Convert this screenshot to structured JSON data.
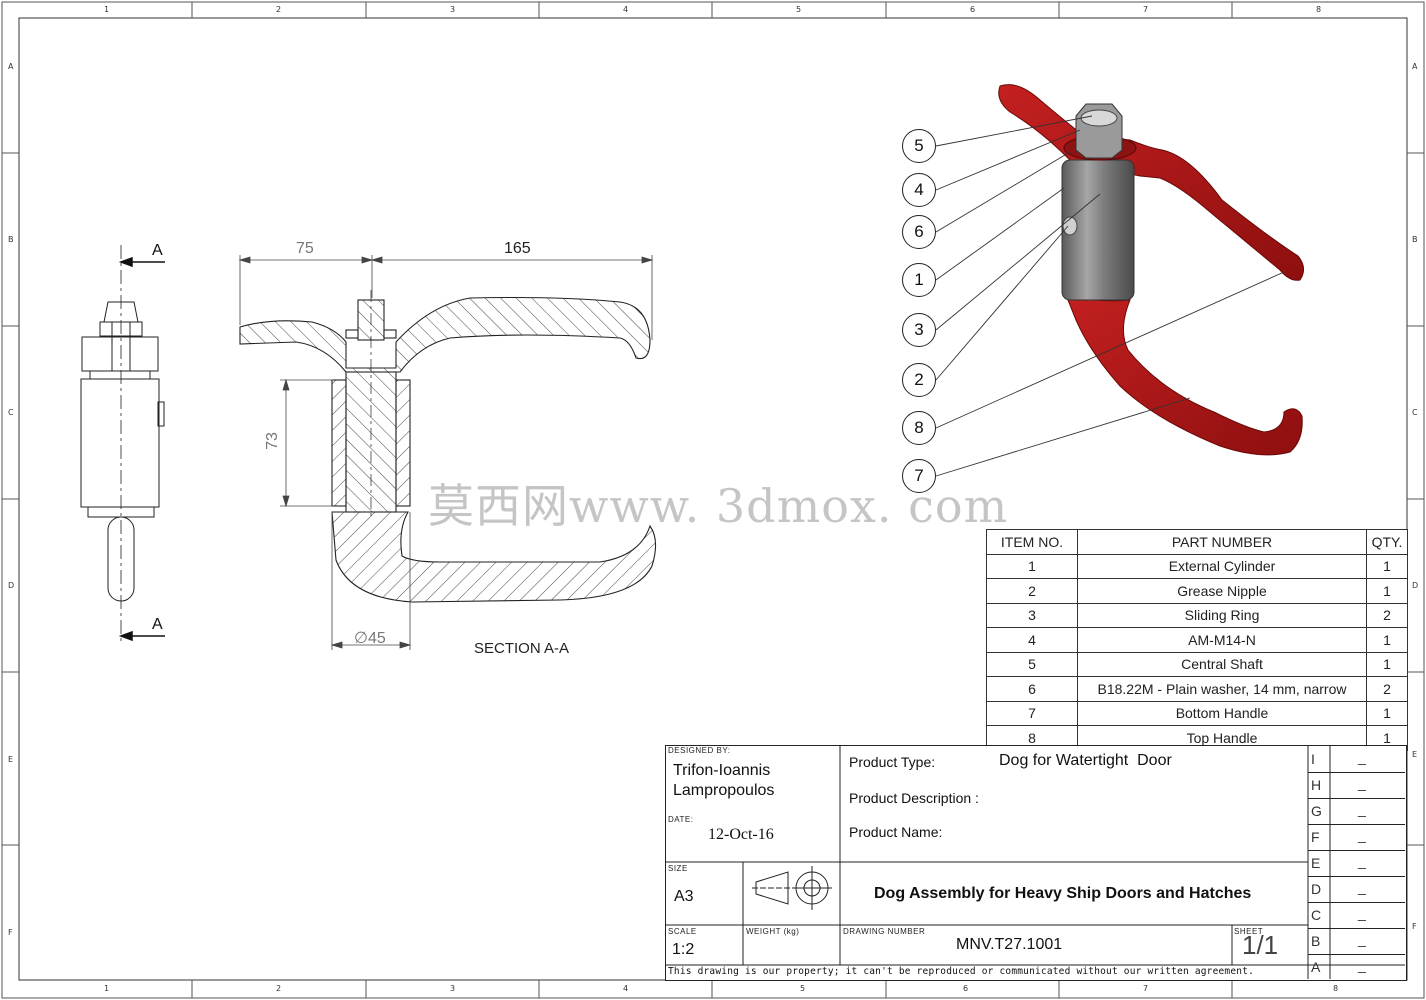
{
  "frame": {
    "top_zones": [
      "1",
      "2",
      "3",
      "4",
      "5",
      "6",
      "7",
      "8"
    ],
    "bottom_zones": [
      "1",
      "2",
      "3",
      "4",
      "5",
      "6",
      "7",
      "8"
    ],
    "left_zones": [
      "A",
      "B",
      "C",
      "D",
      "E",
      "F"
    ],
    "right_zones": [
      "A",
      "B",
      "C",
      "D",
      "E",
      "F"
    ]
  },
  "drawing": {
    "section_markers": {
      "top": "A",
      "bottom": "A"
    },
    "dimensions": {
      "d75": "75",
      "d165": "165",
      "d73": "73",
      "d45": "∅45"
    },
    "section_label": "SECTION A-A",
    "balloons": [
      "5",
      "4",
      "6",
      "1",
      "3",
      "2",
      "8",
      "7"
    ],
    "colors": {
      "handle": "#b01818",
      "cylinder": "#6e6e6e",
      "line": "#222222"
    }
  },
  "watermark": "莫西网www. 3dmox. com",
  "bom": {
    "headers": [
      "ITEM NO.",
      "PART NUMBER",
      "QTY."
    ],
    "rows": [
      {
        "item": "1",
        "part": "External Cylinder",
        "qty": "1"
      },
      {
        "item": "2",
        "part": "Grease Nipple",
        "qty": "1"
      },
      {
        "item": "3",
        "part": "Sliding Ring",
        "qty": "2"
      },
      {
        "item": "4",
        "part": "AM-M14-N",
        "qty": "1"
      },
      {
        "item": "5",
        "part": "Central Shaft",
        "qty": "1"
      },
      {
        "item": "6",
        "part": "B18.22M - Plain washer, 14 mm, narrow",
        "qty": "2"
      },
      {
        "item": "7",
        "part": "Bottom Handle",
        "qty": "1"
      },
      {
        "item": "8",
        "part": "Top Handle",
        "qty": "1"
      }
    ]
  },
  "title_block": {
    "designed_by_label": "DESIGNED BY:",
    "designer_line1": "Trifon-Ioannis",
    "designer_line2": "Lampropoulos",
    "date_label": "DATE:",
    "date": "12-Oct-16",
    "product_type_label": "Product Type:",
    "product_type": "Dog for Watertight  Door",
    "product_description_label": "Product Description :",
    "product_name_label": "Product Name:",
    "size_label": "SIZE",
    "size": "A3",
    "title": "Dog Assembly for Heavy Ship Doors and Hatches",
    "scale_label": "SCALE",
    "scale": "1:2",
    "weight_label": "WEIGHT (kg)",
    "drawing_number_label": "DRAWING NUMBER",
    "drawing_number": "MNV.T27.1001",
    "sheet_label": "SHEET",
    "sheet": "1/1",
    "disclaimer": "This drawing is our property; it can't be reproduced or communicated without our written agreement.",
    "revisions": [
      {
        "key": "I",
        "value": "_"
      },
      {
        "key": "H",
        "value": "_"
      },
      {
        "key": "G",
        "value": "_"
      },
      {
        "key": "F",
        "value": "_"
      },
      {
        "key": "E",
        "value": "_"
      },
      {
        "key": "D",
        "value": "_"
      },
      {
        "key": "C",
        "value": "_"
      },
      {
        "key": "B",
        "value": "_"
      },
      {
        "key": "A",
        "value": "_"
      }
    ]
  }
}
